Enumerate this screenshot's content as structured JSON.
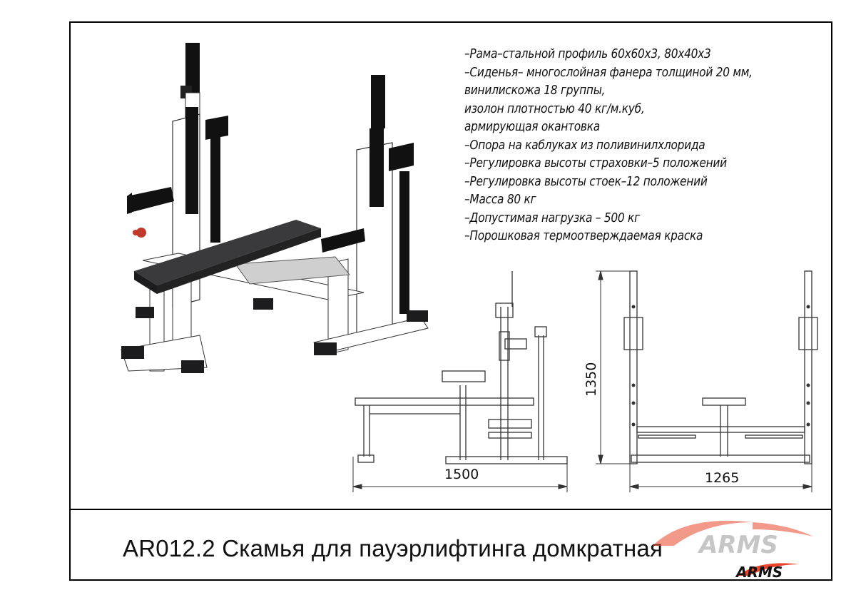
{
  "specs": [
    "–Рама–стальной профиль 60х60х3, 80х40х3",
    "–Сиденья– многослойная фанера толщиной 20 мм,",
    "винилискожа 18 группы,",
    "изолон плотностью 40 кг/м.куб,",
    "армирующая окантовка",
    "–Опора на каблуках из поливинилхлорида",
    "–Регулировка высоты страховки–5 положений",
    "–Регулировка высоты стоек–12 положений",
    "–Масса 80 кг",
    "–Допустимая нагрузка – 500 кг",
    "–Порошковая термоотверждаемая краска"
  ],
  "title": "AR012.2 Скамья для пауэрлифтинга  домкратная",
  "dimensions": {
    "side_length": "1500",
    "front_width": "1265",
    "height": "1350"
  },
  "logo": {
    "text": "ARMS",
    "accent_color": "#e8452a"
  },
  "colors": {
    "frame": "#ffffff",
    "pads": "#1c1c1e",
    "bench": "#2b2b2e",
    "knob": "#c0392b"
  }
}
